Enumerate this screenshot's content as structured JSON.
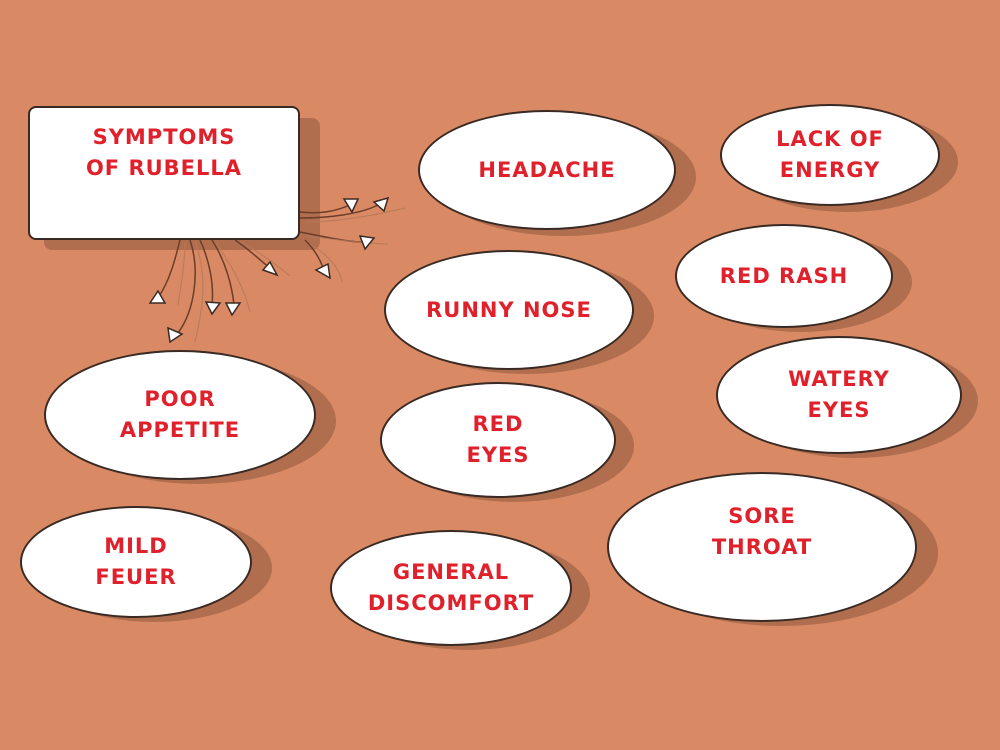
{
  "diagram": {
    "title": "SYMPTOMS\nOF RUBELLA",
    "colors": {
      "background": "#d98a64",
      "text": "#e0212b",
      "bubble_fill": "#ffffff",
      "outline": "#3a2a24",
      "shadow": "#a9684a"
    },
    "symptoms": [
      {
        "label": "HEADACHE"
      },
      {
        "label": "LACK OF\nENERGY"
      },
      {
        "label": "RED RASH"
      },
      {
        "label": "RUNNY NOSE"
      },
      {
        "label": "WATERY\nEYES"
      },
      {
        "label": "POOR\nAPPETITE"
      },
      {
        "label": "RED\nEYES"
      },
      {
        "label": "SORE\nTHROAT"
      },
      {
        "label": "MILD\nFEUER"
      },
      {
        "label": "GENERAL\nDISCOMFORT"
      }
    ]
  }
}
